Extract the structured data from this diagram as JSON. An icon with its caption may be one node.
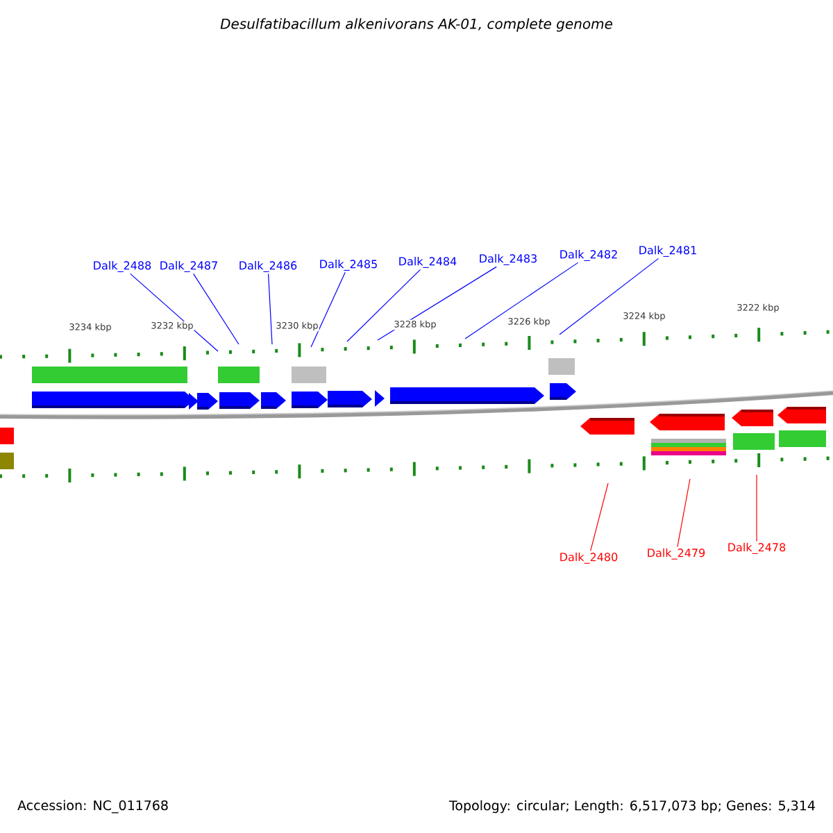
{
  "diagram": {
    "title": "Desulfatibacillum alkenivorans AK-01, complete genome",
    "nodes": [
      {
        "text": [
          "Dalk_2488"
        ]
      },
      {
        "text": [
          "Dalk_2487"
        ]
      },
      {
        "text": [
          "Dalk_2486"
        ]
      },
      {
        "text": [
          "Dalk_2485"
        ]
      },
      {
        "text": [
          "Dalk_2484"
        ]
      },
      {
        "text": [
          "Dalk_2483"
        ]
      },
      {
        "text": [
          "Dalk_2482"
        ]
      },
      {
        "text": [
          "Dalk_2481"
        ]
      },
      {
        "text": [
          "Dalk_2480"
        ]
      },
      {
        "text": [
          "Dalk_2479"
        ]
      },
      {
        "text": [
          "Dalk_2478"
        ]
      }
    ],
    "edges": [
      {
        "from": 0,
        "to": null,
        "arrow": "none"
      },
      {
        "from": 1,
        "to": null,
        "arrow": "none"
      },
      {
        "from": 2,
        "to": null,
        "arrow": "none"
      },
      {
        "from": 3,
        "to": null,
        "arrow": "none"
      },
      {
        "from": 4,
        "to": null,
        "arrow": "none"
      },
      {
        "from": 5,
        "to": null,
        "arrow": "none"
      },
      {
        "from": 6,
        "to": null,
        "arrow": "none"
      },
      {
        "from": 7,
        "to": null,
        "arrow": "none"
      },
      {
        "from": 8,
        "to": null,
        "arrow": "none",
        "color": "#ff0000"
      },
      {
        "from": 9,
        "to": null,
        "arrow": "none",
        "color": "#ff0000"
      },
      {
        "from": 10,
        "to": null,
        "arrow": "none",
        "color": "#ff0000"
      }
    ],
    "labels": [
      "3234 kbp",
      "3232 kbp",
      "3230 kbp",
      "3228 kbp",
      "3226 kbp",
      "3224 kbp",
      "3222 kbp",
      "Accession: NC_011768",
      "Topology: circular; Length: 6,517,073 bp; Genes: 5,314"
    ]
  }
}
